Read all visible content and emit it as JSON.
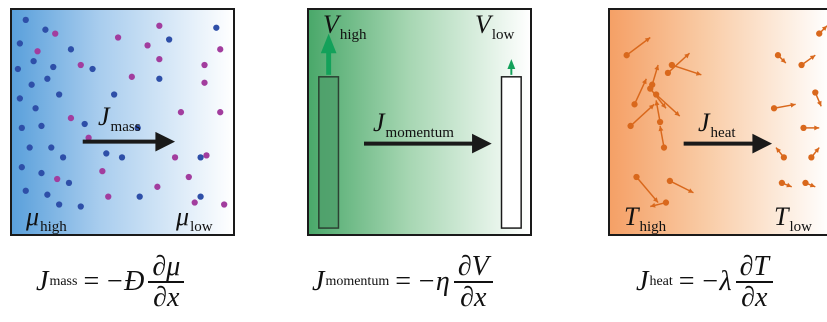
{
  "panels": [
    {
      "name": "mass",
      "flux_symbol": "J",
      "flux_sub": "mass",
      "left_symbol": "μ",
      "left_sub": "high",
      "right_symbol": "μ",
      "right_sub": "low"
    },
    {
      "name": "momentum",
      "flux_symbol": "J",
      "flux_sub": "momentum",
      "left_symbol": "V",
      "left_sub": "high",
      "right_symbol": "V",
      "right_sub": "low"
    },
    {
      "name": "heat",
      "flux_symbol": "J",
      "flux_sub": "heat",
      "left_symbol": "T",
      "left_sub": "high",
      "right_symbol": "T",
      "right_sub": "low"
    }
  ],
  "equations": [
    {
      "lhs": "J",
      "lhs_sub": "mass",
      "eq": "=",
      "coef": "−Đ",
      "num": "∂μ",
      "den": "∂x"
    },
    {
      "lhs": "J",
      "lhs_sub": "momentum",
      "eq": "=",
      "coef": "−η",
      "num": "∂V",
      "den": "∂x"
    },
    {
      "lhs": "J",
      "lhs_sub": "heat",
      "eq": "=",
      "coef": "−λ",
      "num": "∂T",
      "den": "∂x"
    }
  ],
  "colors": {
    "blue_particle": "#2e4fa8",
    "purple_particle": "#a23d9e",
    "green_arrow": "#13a15a",
    "orange_particle": "#d9681c",
    "flux_arrow": "#1a1a1a"
  }
}
